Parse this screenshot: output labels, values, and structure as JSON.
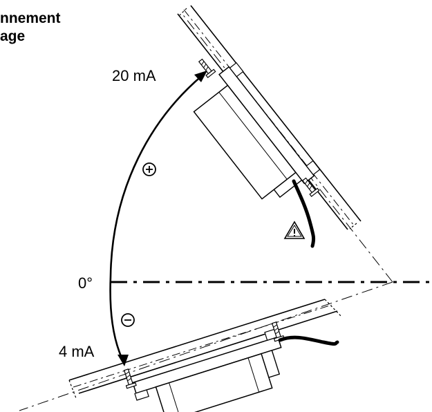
{
  "heading": {
    "line1": "nnement",
    "line2": "age"
  },
  "labels": {
    "max_current": "20 mA",
    "min_current": "4 mA",
    "zero_angle": "0°"
  },
  "icons": {
    "plus": "plus-circle-icon",
    "minus": "minus-circle-icon",
    "warning": "warning-triangle-icon"
  },
  "colors": {
    "line": "#000000",
    "background": "#ffffff"
  }
}
